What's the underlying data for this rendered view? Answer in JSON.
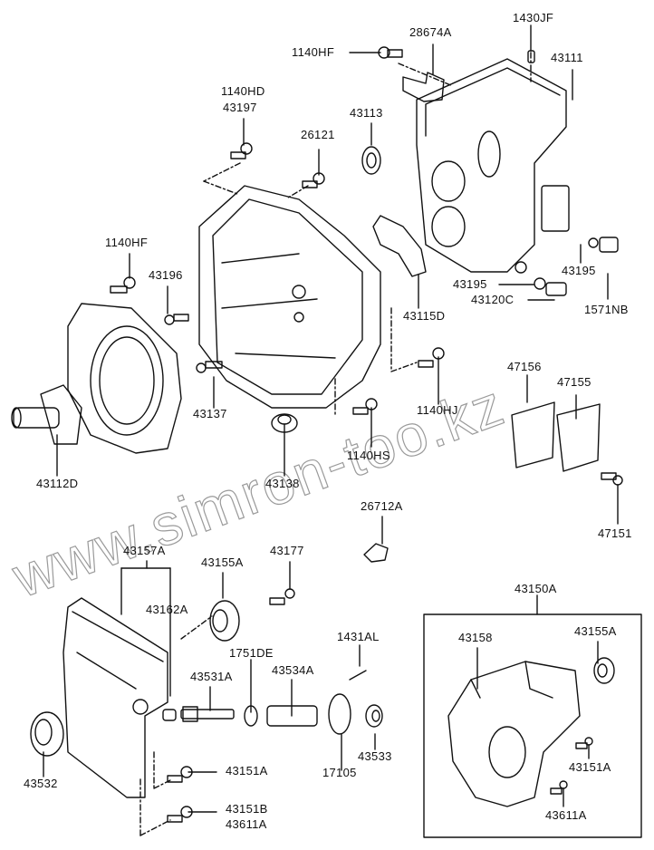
{
  "diagram": {
    "type": "exploded-parts-diagram",
    "subject": "transaxle case assembly",
    "watermark": "www.simron-too.kz",
    "line_color": "#111111",
    "background_color": "#ffffff"
  },
  "labels": {
    "p28674A": "28674A",
    "p1430JF": "1430JF",
    "p1140HF_top": "1140HF",
    "p43111": "43111",
    "p1140HD": "1140HD",
    "p43197": "43197",
    "p43113": "43113",
    "p26121": "26121",
    "p1140HF_left": "1140HF",
    "p43196": "43196",
    "p43195_a": "43195",
    "p43195_b": "43195",
    "p43120C": "43120C",
    "p1571NB": "1571NB",
    "p43115D": "43115D",
    "p43137": "43137",
    "p47156": "47156",
    "p47155": "47155",
    "p1140HJ": "1140HJ",
    "p43112D": "43112D",
    "p43138": "43138",
    "p1140HS": "1140HS",
    "p26712A": "26712A",
    "p47151": "47151",
    "p43157A": "43157A",
    "p43155A_left": "43155A",
    "p43177": "43177",
    "p43150A": "43150A",
    "p43162A": "43162A",
    "p1431AL": "1431AL",
    "p43158": "43158",
    "p43155A_right": "43155A",
    "p1751DE": "1751DE",
    "p43531A": "43531A",
    "p43534A": "43534A",
    "p43532": "43532",
    "p43533": "43533",
    "p17105": "17105",
    "p43151A_left": "43151A",
    "p43151A_right": "43151A",
    "p43151B": "43151B",
    "p43611A_left": "43611A",
    "p43611A_right": "43611A"
  }
}
